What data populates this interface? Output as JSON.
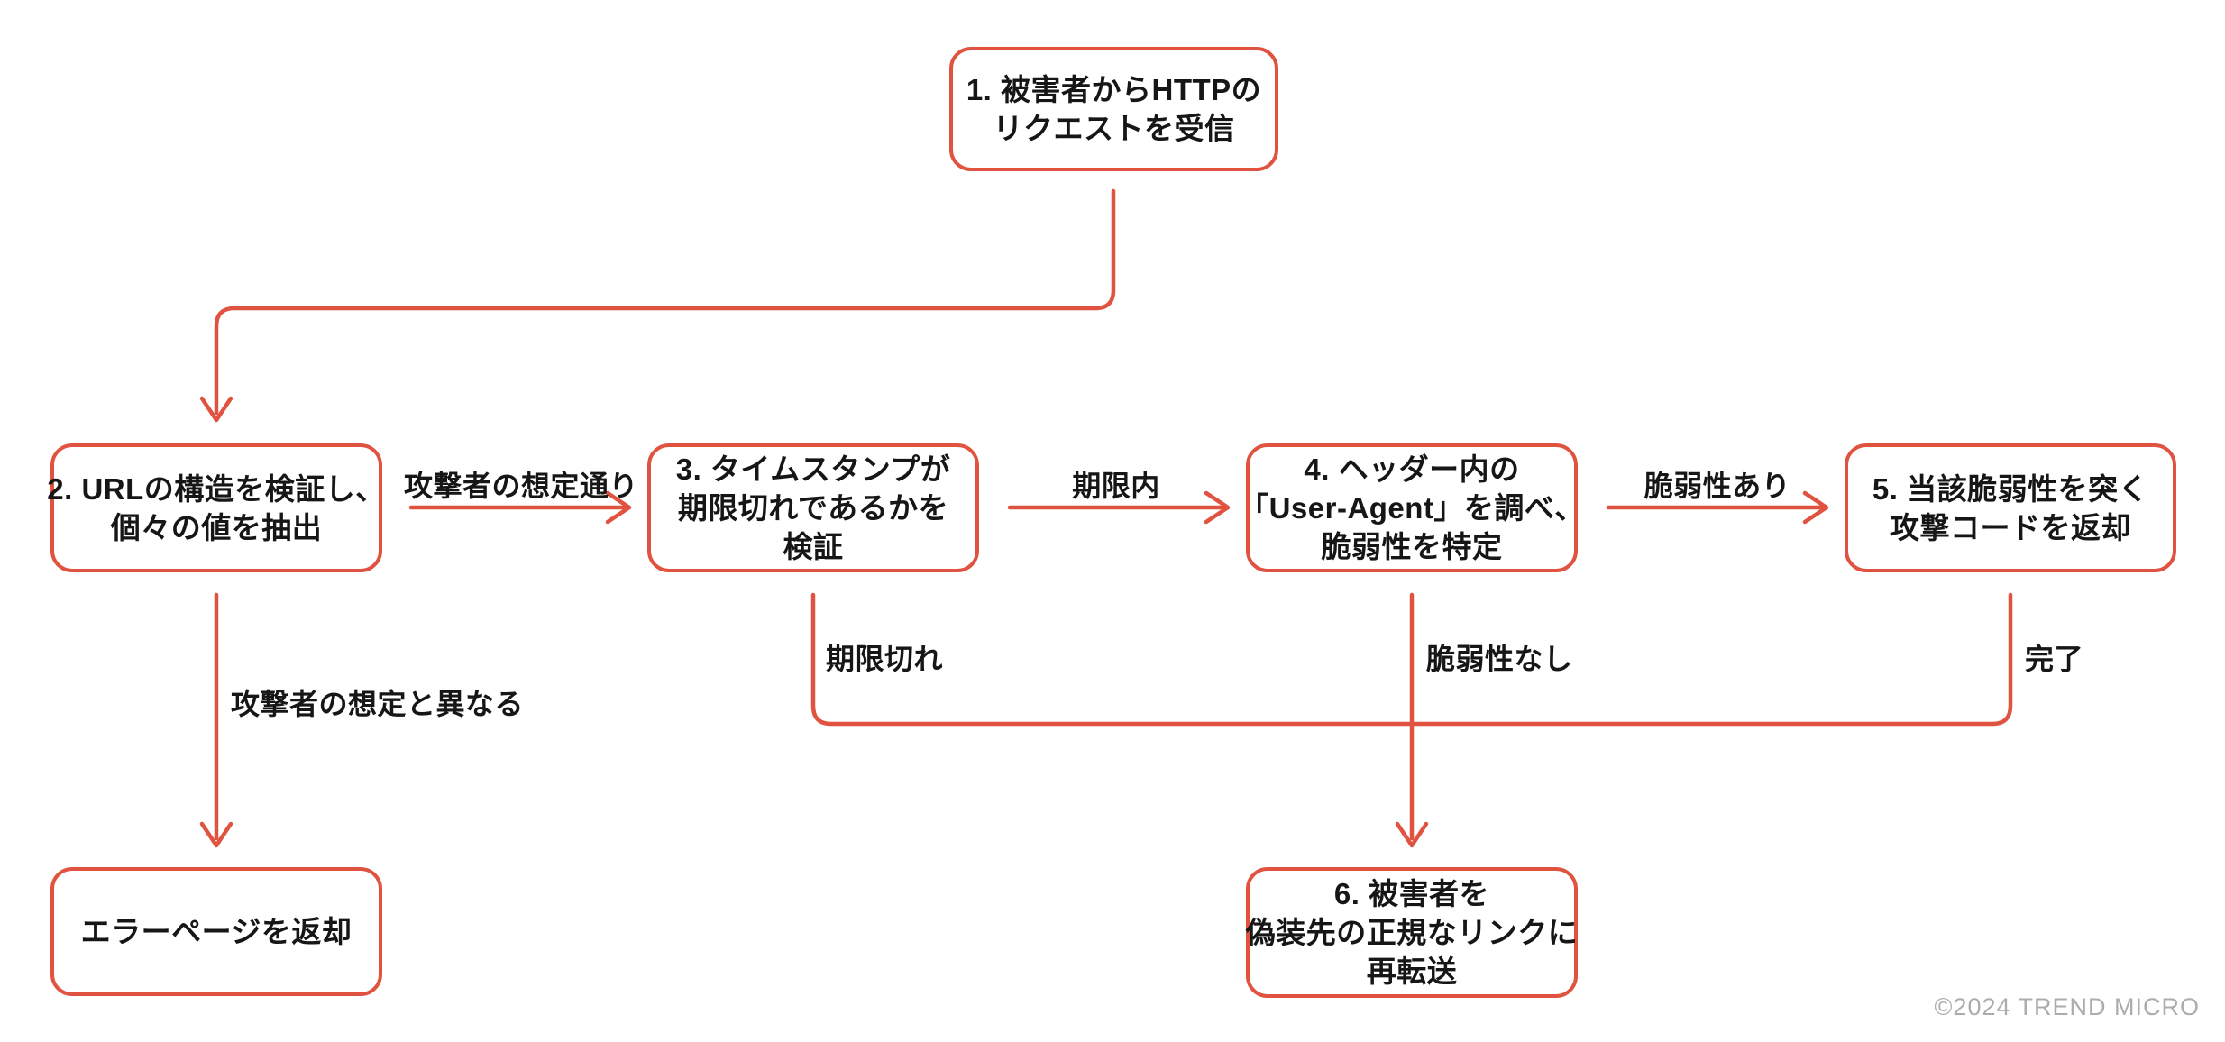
{
  "diagram": {
    "accent_color": "#E05340",
    "text_color": "#161616",
    "muted_color": "#ACACAC",
    "nodes": {
      "box1": {
        "lines": [
          "1. 被害者からHTTPの",
          "リクエストを受信"
        ]
      },
      "box2": {
        "lines": [
          "2. URLの構造を検証し、",
          "個々の値を抽出"
        ]
      },
      "box3": {
        "lines": [
          "3. タイムスタンプが",
          "期限切れであるかを",
          "検証"
        ]
      },
      "box4": {
        "lines": [
          "4. ヘッダー内の",
          "「User-Agent」を調べ、",
          "脆弱性を特定"
        ]
      },
      "box5": {
        "lines": [
          "5. 当該脆弱性を突く",
          "攻撃コードを返却"
        ]
      },
      "box6": {
        "lines": [
          "6. 被害者を",
          "偽装先の正規なリンクに",
          "再転送"
        ]
      },
      "error": {
        "lines": [
          "エラーページを返却"
        ]
      }
    },
    "edge_labels": {
      "e2_3": "攻撃者の想定通り",
      "e3_4": "期限内",
      "e4_5": "脆弱性あり",
      "e2_err": "攻撃者の想定と異なる",
      "e3_down": "期限切れ",
      "e4_down": "脆弱性なし",
      "e5_down": "完了"
    },
    "footer": {
      "copyright": "©2024 TREND MICRO"
    }
  }
}
